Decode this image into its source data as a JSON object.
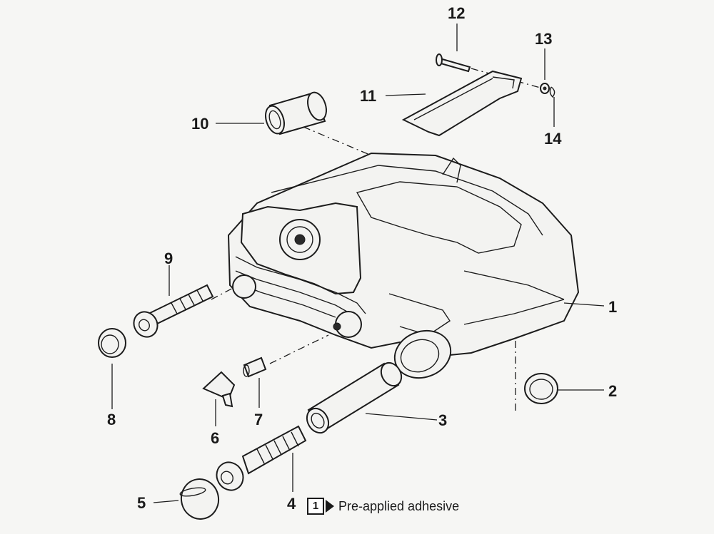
{
  "callouts": {
    "c1": "1",
    "c2": "2",
    "c3": "3",
    "c4": "4",
    "c5": "5",
    "c6": "6",
    "c7": "7",
    "c8": "8",
    "c9": "9",
    "c10": "10",
    "c11": "11",
    "c12": "12",
    "c13": "13",
    "c14": "14"
  },
  "legend": {
    "badge": "1",
    "text": "Pre-applied adhesive"
  }
}
